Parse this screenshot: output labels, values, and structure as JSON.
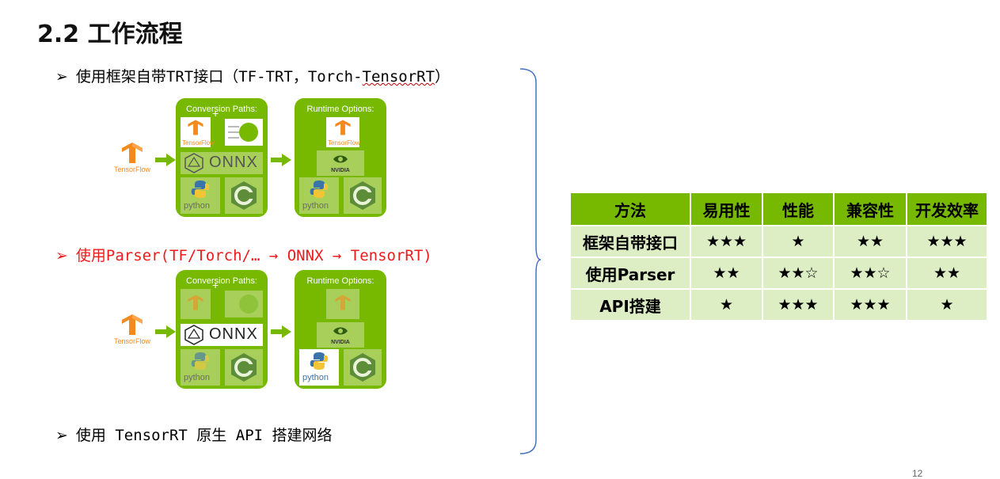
{
  "slide": {
    "title": "2.2 工作流程",
    "page_number": "12"
  },
  "bullets": [
    {
      "mark": "➢",
      "prefix": "使用框架自带TRT接口（TF-TRT，Torch-",
      "underlined": "TensorRT",
      "suffix": "）"
    },
    {
      "mark": "➢",
      "text": "使用Parser(TF/Torch/… → ONNX → TensorRT)"
    },
    {
      "mark": "➢",
      "text": "使用 TensorRT 原生 API 搭建网络"
    }
  ],
  "diagram": {
    "source_label": "TensorFlow",
    "conversion_title": "Conversion Paths:",
    "runtime_title": "Runtime Options:",
    "tf_label": "TensorFlow",
    "onnx_label": "ONNX",
    "python_label": "python",
    "nvidia_label": "NVIDIA",
    "plus": "+",
    "colors": {
      "nvidia_green": "#76b900",
      "tensorflow_orange": "#f48a1e"
    }
  },
  "table": {
    "headers": [
      "方法",
      "易用性",
      "性能",
      "兼容性",
      "开发效率"
    ],
    "rows": [
      [
        "框架自带接口",
        "★★★",
        "★",
        "★★",
        "★★★"
      ],
      [
        "使用Parser",
        "★★",
        "★★☆",
        "★★☆",
        "★★"
      ],
      [
        "API搭建",
        "★",
        "★★★",
        "★★★",
        "★"
      ]
    ],
    "colors": {
      "header_bg": "#76b900",
      "cell_bg": "#ddeec4"
    }
  }
}
